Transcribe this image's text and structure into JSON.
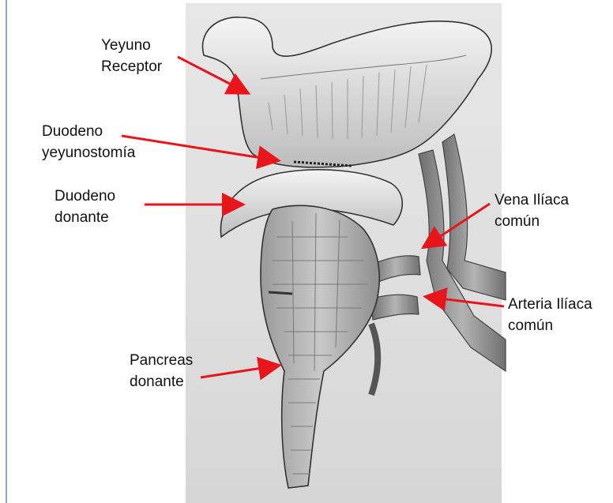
{
  "labels": {
    "yeyuno": [
      "Yeyuno",
      "Receptor"
    ],
    "duodeno_yeyunostomia": [
      "Duodeno",
      "yeyunostomía"
    ],
    "duodeno_donante": [
      "Duodeno",
      "donante"
    ],
    "vena": [
      "Vena Ilíaca",
      "común"
    ],
    "arteria": [
      "Arteria Ilíaca",
      "común"
    ],
    "pancreas": [
      "Pancreas",
      "donante"
    ]
  },
  "colors": {
    "arrow": "#e8151b",
    "text": "#111111",
    "frame": "#8fa6c4"
  }
}
